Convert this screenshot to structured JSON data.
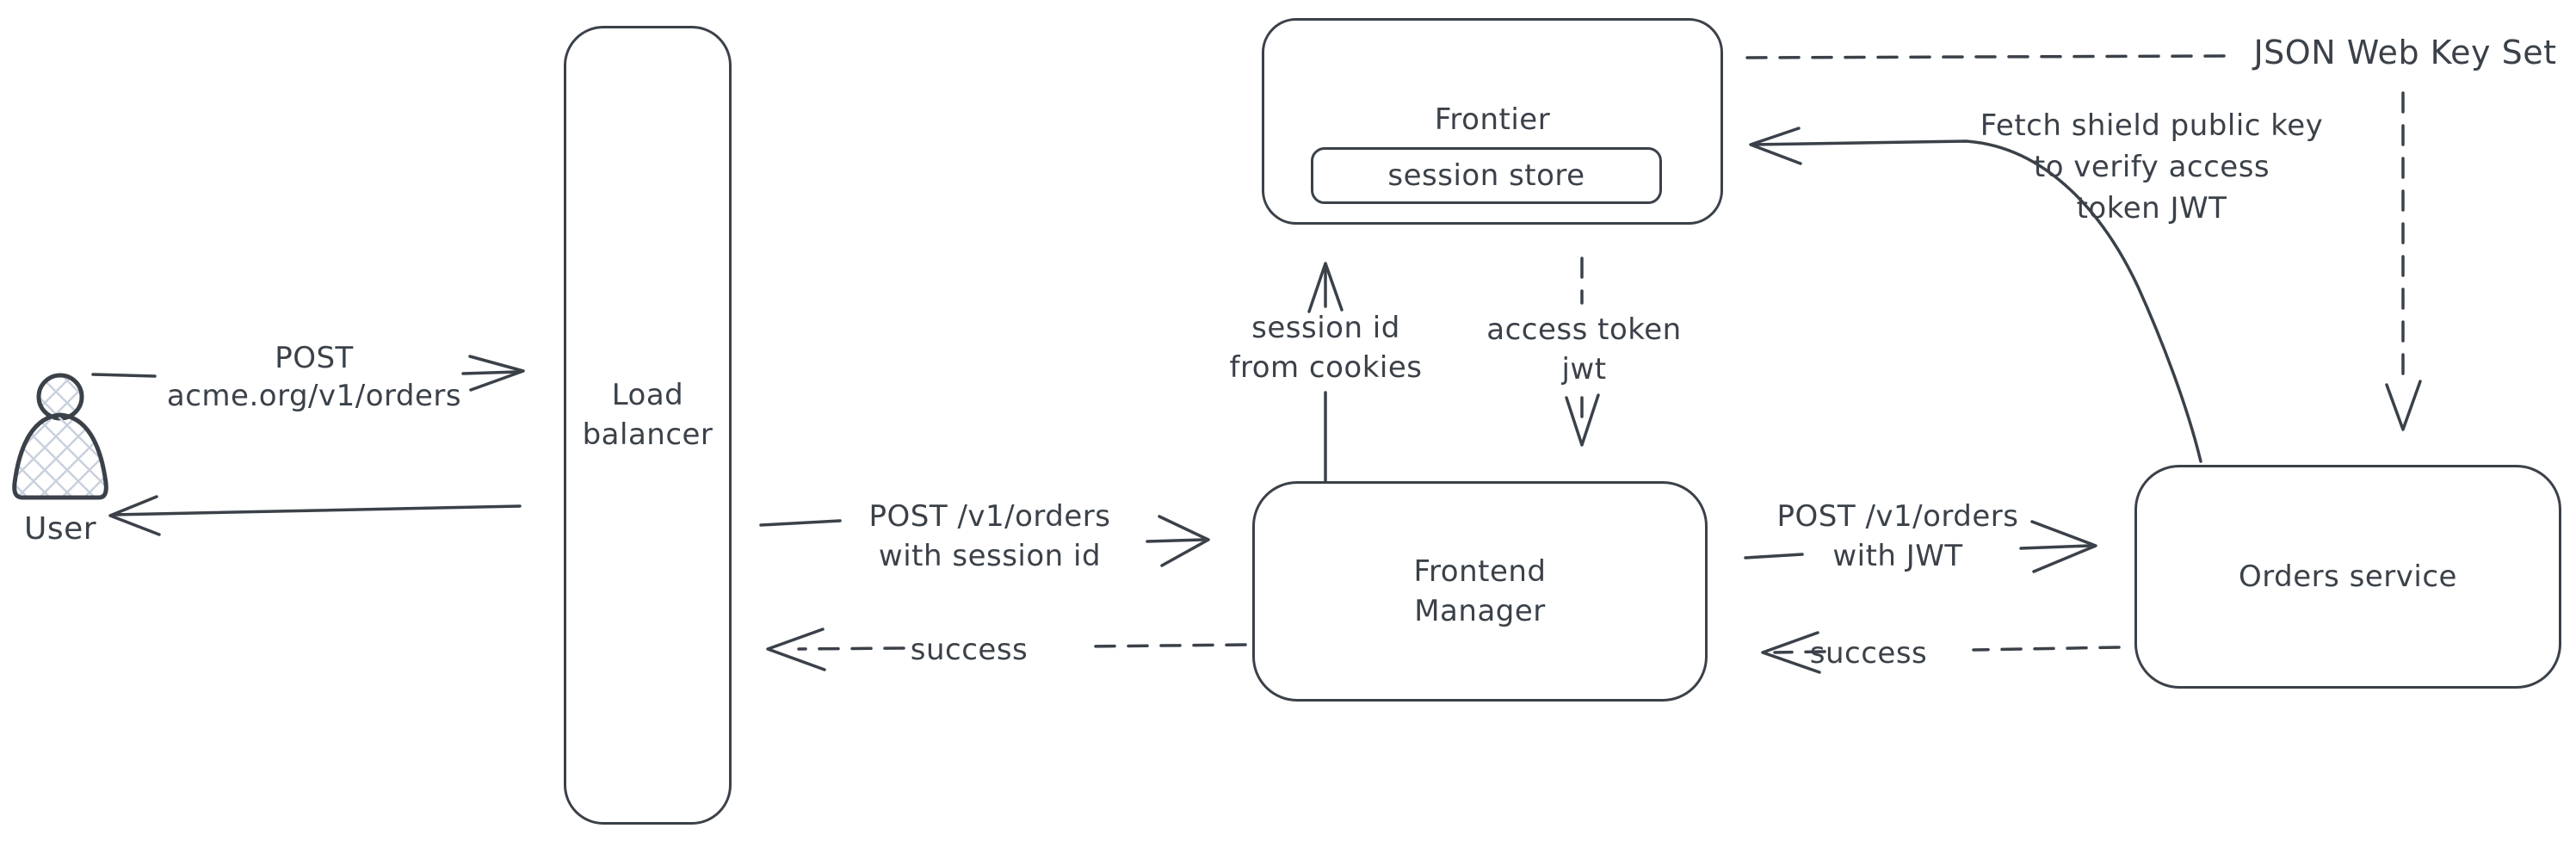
{
  "diagram": {
    "title": "session-to-jwt exchange architecture diagram",
    "nodes": {
      "user": "User",
      "load_balancer": "Load\nbalancer",
      "frontier": "Frontier",
      "session_store": "session store",
      "frontend_manager": "Frontend\nManager",
      "orders_service": "Orders service"
    },
    "edge_labels": {
      "post_acme": "POST\nacme.org/v1/orders",
      "post_session": "POST /v1/orders\nwith session id",
      "success_left": "success",
      "session_cookies": "session id\nfrom cookies",
      "access_token": "access token\njwt",
      "post_jwt": "POST /v1/orders\nwith JWT",
      "success_right": "success",
      "fetch_key": "Fetch shield public key\nto verify access\ntoken JWT",
      "jwks": "JSON Web Key Set"
    },
    "colors": {
      "stroke": "#3b4149",
      "hatch_fill": "#c9d1dd",
      "background": "#ffffff"
    }
  }
}
